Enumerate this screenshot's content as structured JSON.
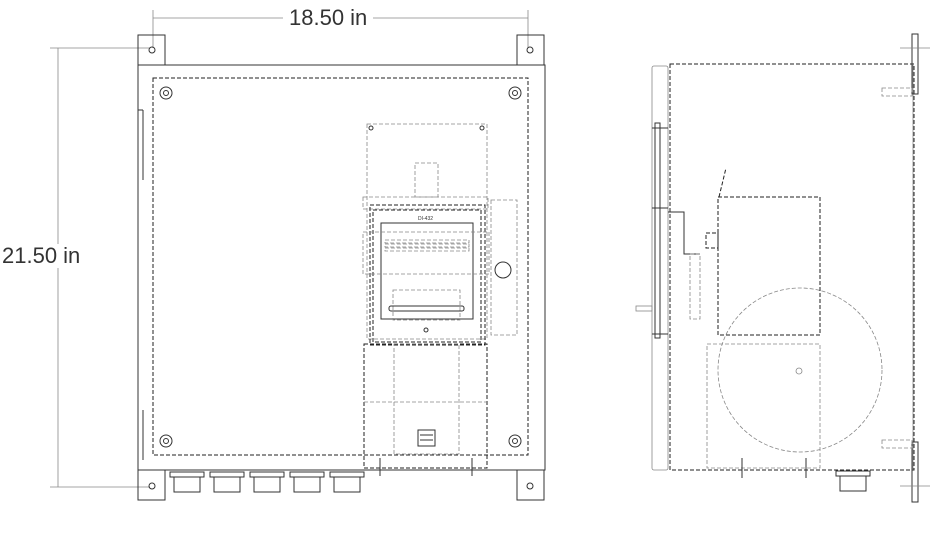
{
  "dimensions": {
    "width_label": "18.50 in",
    "height_label": "21.50 in"
  },
  "front_view": {
    "device_label": "DI-432"
  },
  "colors": {
    "line": "#333333",
    "hidden_line": "#888888",
    "background": "#ffffff"
  }
}
